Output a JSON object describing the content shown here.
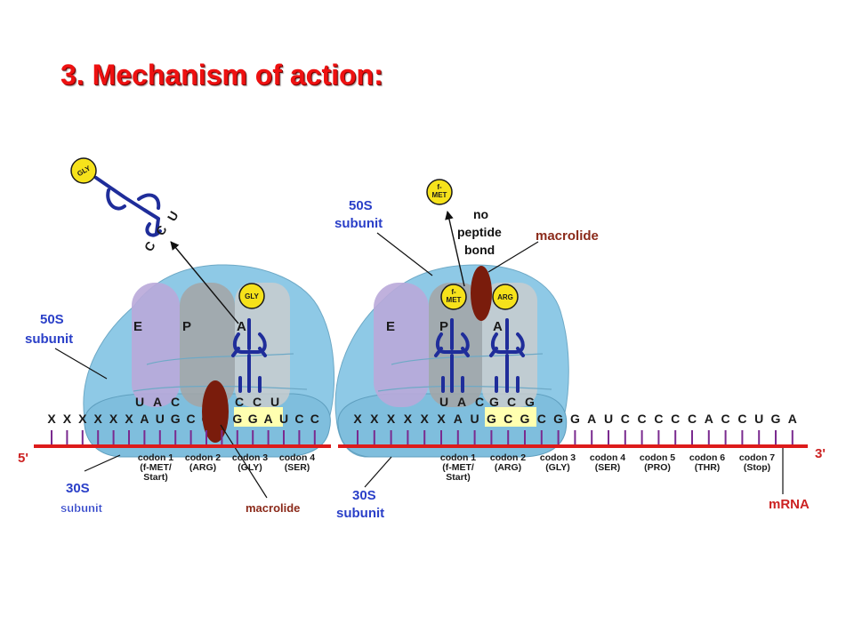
{
  "title": "3. Mechanism of action:",
  "left_panel": {
    "subunit_50s": [
      "50S",
      "subunit"
    ],
    "subunit_30s": [
      "30S",
      "subunit"
    ],
    "sites": [
      "E",
      "P",
      "A"
    ],
    "mrna_bases": [
      "X",
      "X",
      "X",
      "X",
      "X",
      "X",
      "A",
      "U",
      "G",
      "C",
      "G",
      "C",
      "G",
      "G",
      "A",
      "U",
      "C",
      "C"
    ],
    "anticodon_p": [
      "U",
      "A",
      "C"
    ],
    "anticodon_a": [
      "C",
      "C",
      "U"
    ],
    "trna_a_aa": "GLY",
    "released_aa": "GLY",
    "released_cca": [
      "C",
      "C",
      "U"
    ],
    "codons": [
      [
        "codon 1",
        "(f-MET/",
        "Start)"
      ],
      [
        "codon 2",
        "(ARG)"
      ],
      [
        "codon 3",
        "(GLY)"
      ],
      [
        "codon 4",
        "(SER)"
      ]
    ],
    "five_prime": "5'",
    "macrolide": "macrolide"
  },
  "right_panel": {
    "subunit_50s": [
      "50S",
      "subunit"
    ],
    "subunit_30s": [
      "30S",
      "subunit"
    ],
    "sites": [
      "E",
      "P",
      "A"
    ],
    "mrna_bases": [
      "X",
      "X",
      "X",
      "X",
      "X",
      "X",
      "A",
      "U",
      "G",
      "C",
      "G",
      "C",
      "G",
      "G",
      "A",
      "U",
      "C",
      "C",
      "C",
      "C",
      "C",
      "A",
      "C",
      "C",
      "U",
      "G",
      "A"
    ],
    "anticodon_p": [
      "U",
      "A",
      "C"
    ],
    "anticodon_a": [
      "G",
      "C",
      "G"
    ],
    "trna_p_aa": [
      "f-",
      "MET"
    ],
    "trna_a_aa": "ARG",
    "released_aa": [
      "f-",
      "MET"
    ],
    "no_peptide_bond": [
      "no",
      "peptide",
      "bond"
    ],
    "macrolide": "macrolide",
    "codons": [
      [
        "codon 1",
        "(f-MET/",
        "Start)"
      ],
      [
        "codon 2",
        "(ARG)"
      ],
      [
        "codon 3",
        "(GLY)"
      ],
      [
        "codon 4",
        "(SER)"
      ],
      [
        "codon 5",
        "(PRO)"
      ],
      [
        "codon 6",
        "(THR)"
      ],
      [
        "codon 7",
        "(Stop)"
      ]
    ],
    "three_prime": "3'",
    "mrna_label": "mRNA"
  },
  "colors": {
    "title": "#ee1111",
    "ribosome": "#8ec9e6",
    "site_e": "#b9a9d9",
    "site_p": "#a5a5a5",
    "site_a": "#cdcdcd",
    "mrna_backbone": "#dd1b1b",
    "mrna_tick": "#7a2a8f",
    "trna": "#1f2d9a",
    "amino_acid": "#f6e21b",
    "macrolide": "#7a1c0c",
    "codon_highlight": "#ffffb0",
    "label_blue": "#2a3fc8",
    "label_red": "#8b2a1a"
  }
}
